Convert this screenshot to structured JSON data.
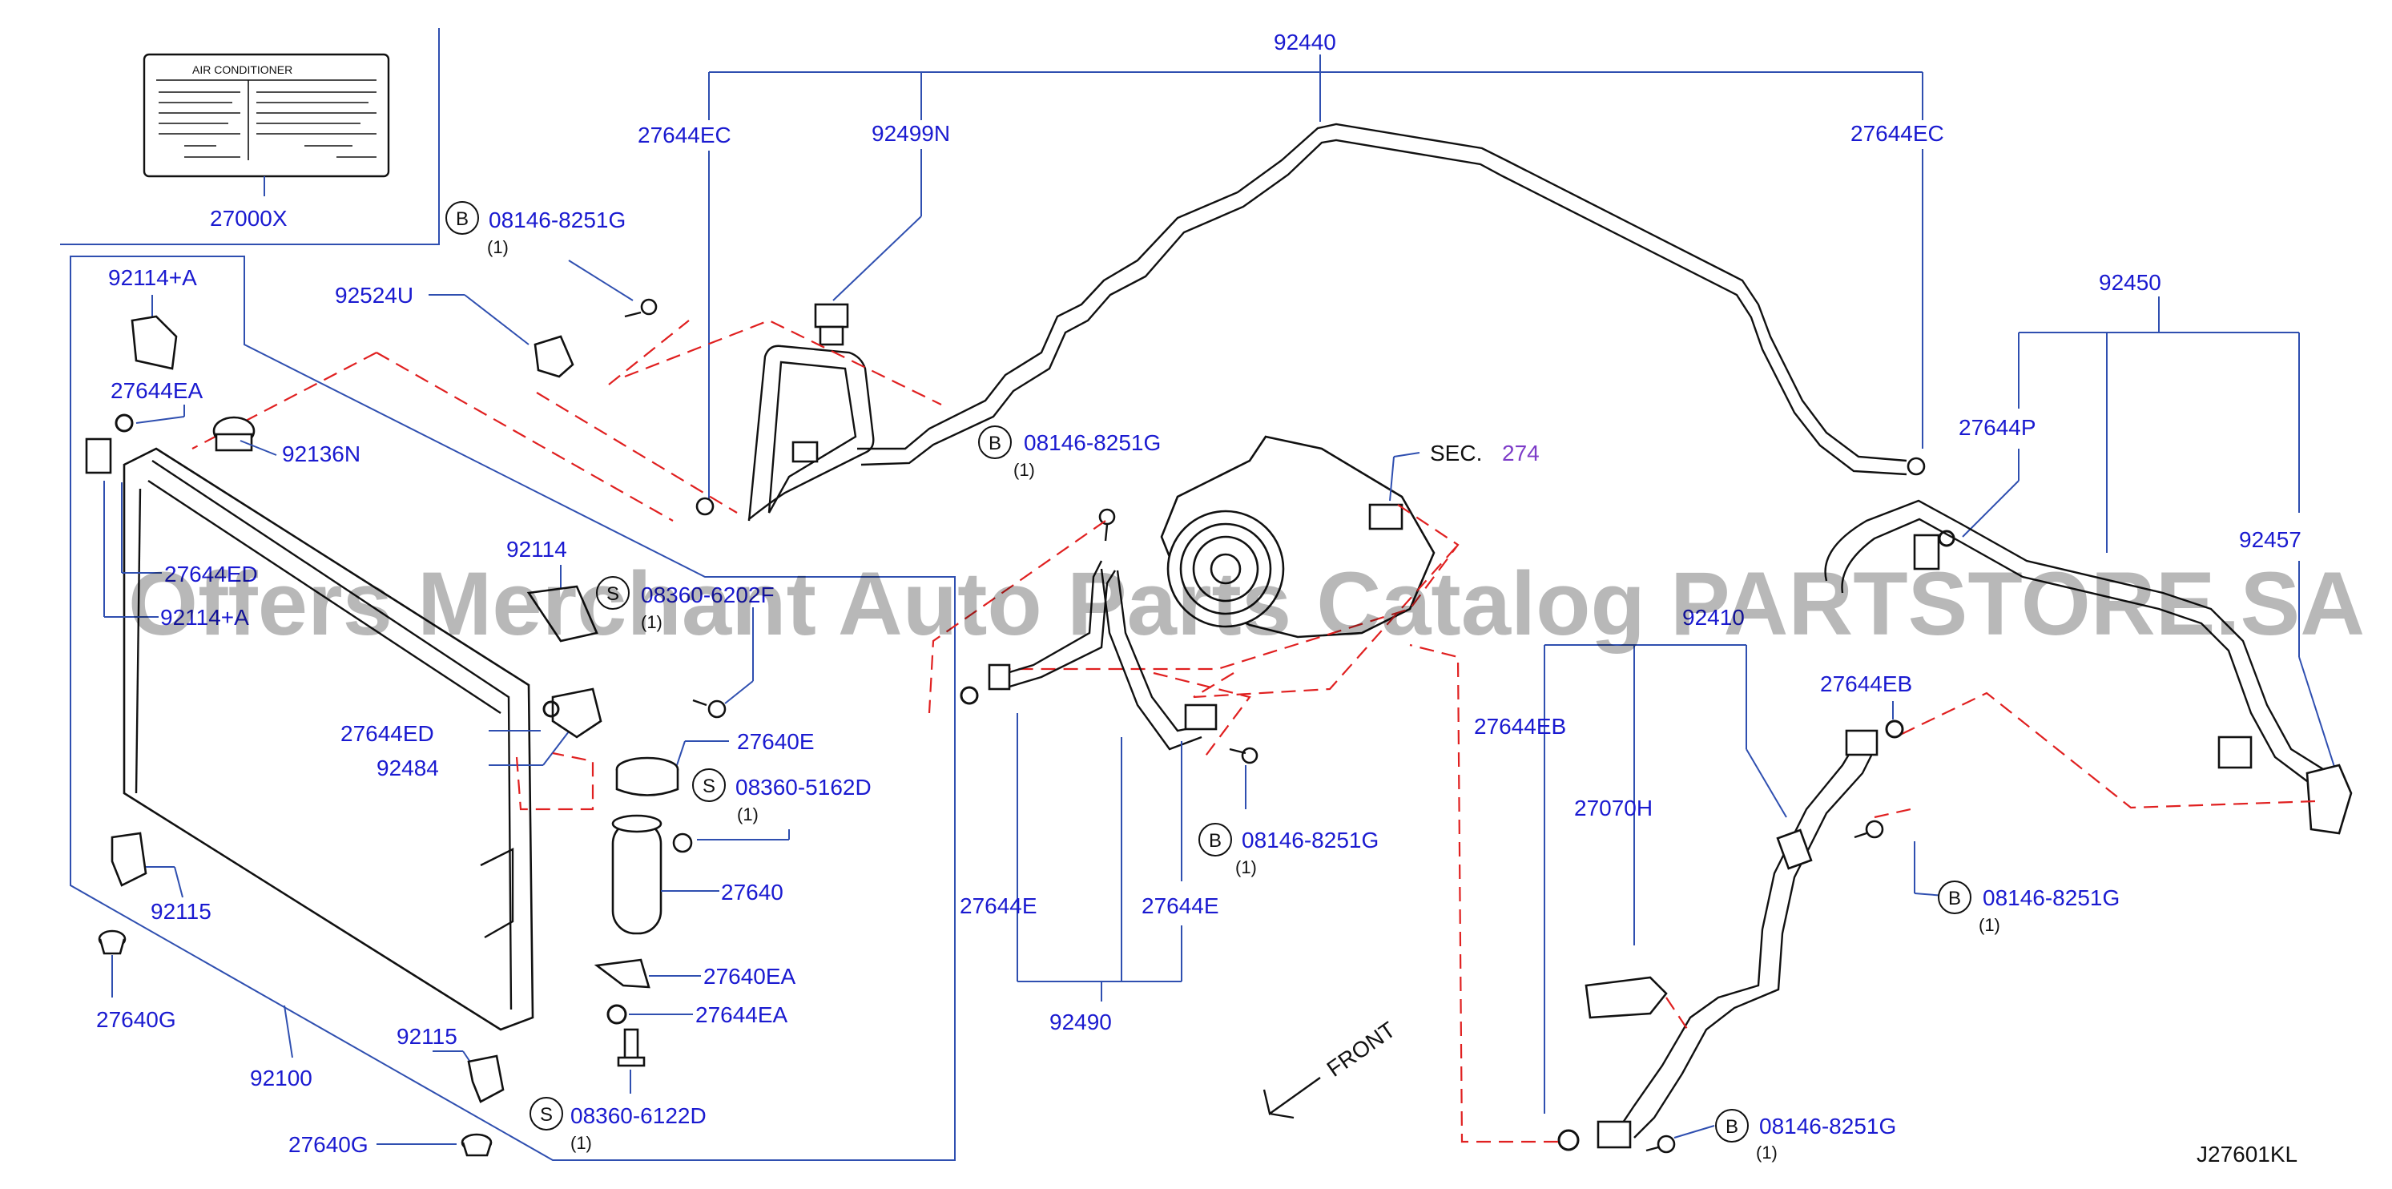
{
  "diagram": {
    "code": "J27601KL",
    "watermark": "Offers Merchant Auto Parts Catalog PARTSTORE.SA",
    "front_label": "FRONT",
    "sec_label": "SEC.",
    "sec_number": "274",
    "label_card_title": "AIR    CONDITIONER",
    "labels": {
      "p92440": "92440",
      "p27644EC_left": "27644EC",
      "p92499N": "92499N",
      "p27644EC_right": "27644EC",
      "p27000X": "27000X",
      "p92114A": "92114+A",
      "p92524U": "92524U",
      "p27644EA_top": "27644EA",
      "p92136N": "92136N",
      "p27644ED_left": "27644ED",
      "p92114A_left": "92114+A",
      "p92114": "92114",
      "p27644ED": "27644ED",
      "p92484": "92484",
      "p27640E": "27640E",
      "p27640": "27640",
      "p27640EA": "27640EA",
      "p27644EA_bottom": "27644EA",
      "p92115_top": "92115",
      "p27640G_left": "27640G",
      "p92100": "92100",
      "p92115_bottom": "92115",
      "p27640G_bottom": "27640G",
      "p27644E_left": "27644E",
      "p27644E_right": "27644E",
      "p92490": "92490",
      "p92450": "92450",
      "p27644P": "27644P",
      "p92457": "92457",
      "p92410": "92410",
      "p27644EB_right": "27644EB",
      "p27644EB_left": "27644EB",
      "p27070H": "27070H"
    },
    "bolts": {
      "b1": {
        "letter": "B",
        "code": "08146-8251G",
        "qty": "(1)"
      },
      "b2": {
        "letter": "B",
        "code": "08146-8251G",
        "qty": "(1)"
      },
      "b3": {
        "letter": "B",
        "code": "08146-8251G",
        "qty": "(1)"
      },
      "b4": {
        "letter": "B",
        "code": "08146-8251G",
        "qty": "(1)"
      },
      "b5": {
        "letter": "B",
        "code": "08146-8251G",
        "qty": "(1)"
      },
      "s1": {
        "letter": "S",
        "code": "08360-6202F",
        "qty": "(1)"
      },
      "s2": {
        "letter": "S",
        "code": "08360-5162D",
        "qty": "(1)"
      },
      "s3": {
        "letter": "S",
        "code": "08360-6122D",
        "qty": "(1)"
      }
    },
    "colors": {
      "label": "#1a1ad0",
      "leader": "#2f4fb0",
      "dashed": "#e02020",
      "sec_number": "#7d3cc8"
    }
  }
}
